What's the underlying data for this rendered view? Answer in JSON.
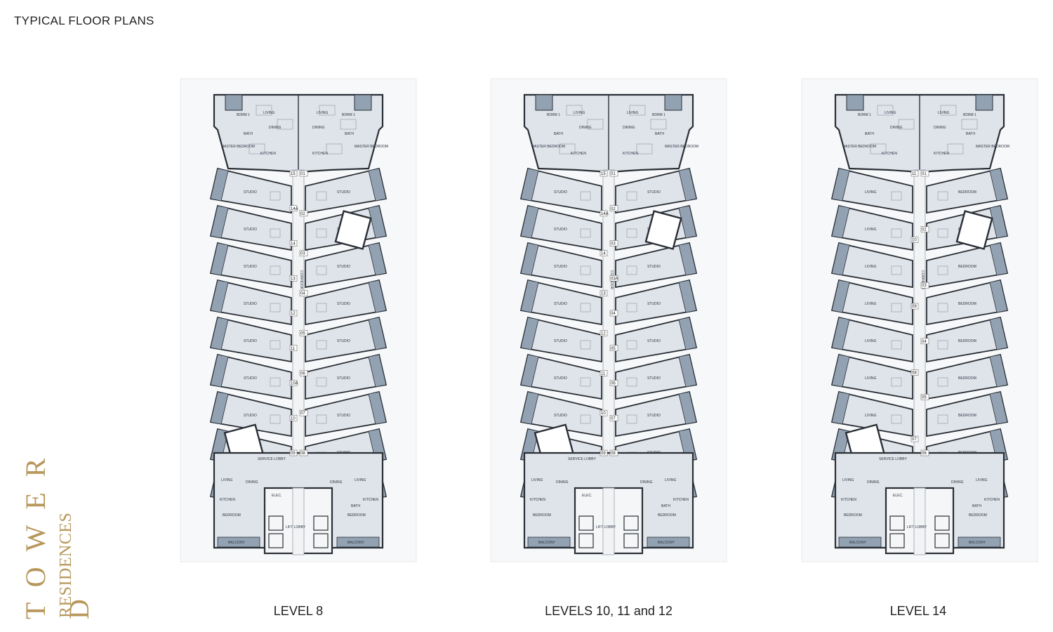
{
  "page": {
    "title": "TYPICAL FLOOR PLANS"
  },
  "brand": {
    "line1": "TOWER D",
    "line2": "RESIDENCES",
    "color": "#b7975b"
  },
  "colors": {
    "wall": "#2a2f36",
    "room": "#dfe4ea",
    "balcony": "#93a2b2",
    "corridor": "#f1f3f5"
  },
  "plans": [
    {
      "caption": "LEVEL 8",
      "units_left": [
        "15",
        "14A",
        "14",
        "13",
        "12",
        "11",
        "10A",
        "10",
        "09"
      ],
      "units_right": [
        "01",
        "02",
        "03",
        "04",
        "05",
        "06",
        "07",
        "08"
      ],
      "room_labels": [
        "BALCONY",
        "STUDIO",
        "KITCHEN",
        "BATH",
        "LIVING",
        "DINING",
        "BEDROOM",
        "MASTER BEDROOM",
        "CORRIDOR",
        "SERVICE LOBBY",
        "LIFT LOBBY",
        "ELEC."
      ]
    },
    {
      "caption": "LEVELS 10, 11 and 12",
      "units_left": [
        "15",
        "14A",
        "14",
        "13",
        "12",
        "11",
        "10",
        "09"
      ],
      "units_right": [
        "01",
        "02",
        "03",
        "03A",
        "04",
        "05",
        "06",
        "07",
        "08"
      ],
      "room_labels": [
        "BALCONY",
        "STUDIO",
        "KITCHEN",
        "BATH",
        "LIVING",
        "DINING",
        "BEDROOM",
        "MASTER BEDROOM",
        "CORRIDOR",
        "SERVICE LOBBY",
        "LIFT LOBBY",
        "ELEC."
      ]
    },
    {
      "caption": "LEVEL 14",
      "units_left": [
        "11",
        "10",
        "09",
        "08",
        "07"
      ],
      "units_right": [
        "01",
        "02",
        "03",
        "04",
        "05",
        "06"
      ],
      "room_labels": [
        "BALCONY",
        "LIVING",
        "DINING",
        "KITCHEN",
        "BATH",
        "BEDROOM",
        "MASTER BEDROOM",
        "CORRIDOR",
        "SERVICE LOBBY",
        "LIFT LOBBY",
        "ELEC."
      ]
    }
  ]
}
